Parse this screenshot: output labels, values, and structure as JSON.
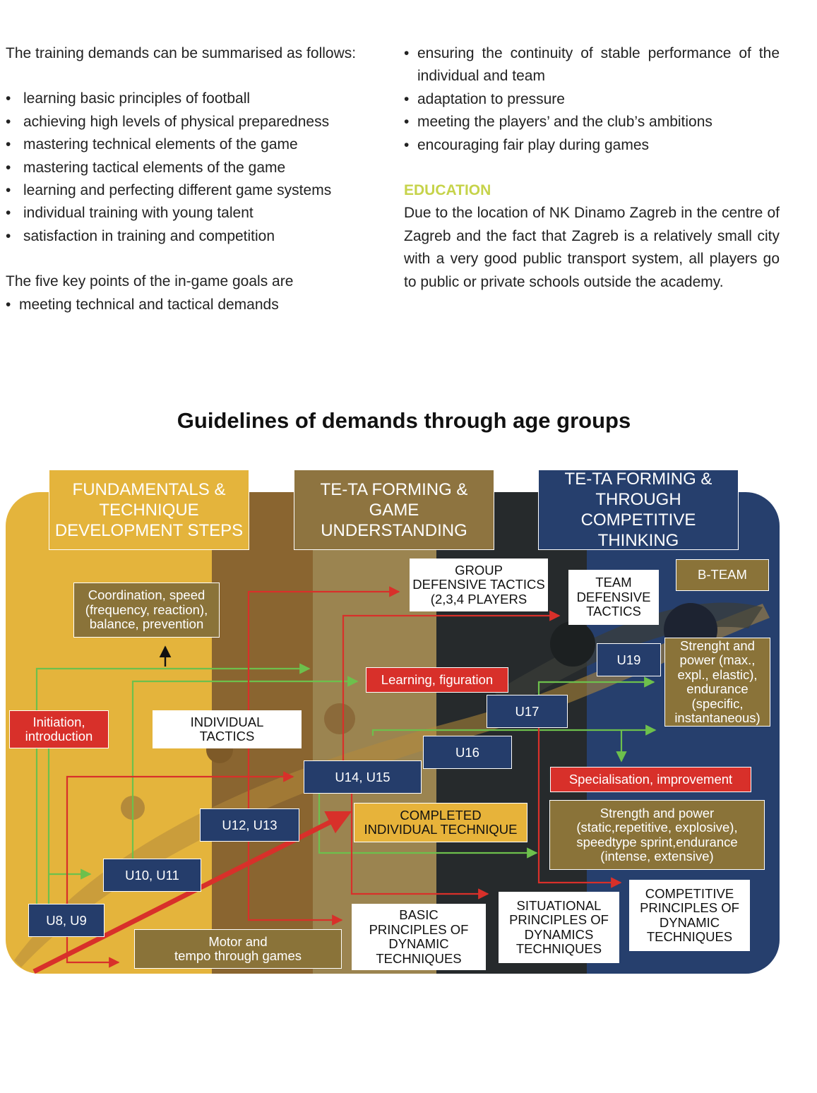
{
  "left_column": {
    "intro": "The training demands can be summarised as follows:",
    "training_demands": [
      "learning basic principles of football",
      "achieving high levels of physical preparedness",
      "mastering technical elements of the game",
      "mastering tactical elements of the game",
      "learning and perfecting different game systems",
      "individual training with young talent",
      "satisfaction in training and competition"
    ],
    "goals_intro": "The five key points of the in-game goals are",
    "goals_first": "meeting technical and tactical demands"
  },
  "right_column": {
    "goals_rest": [
      "ensuring the continuity of stable performance of the individual and team",
      "adaptation to pressure",
      "meeting the players’ and the club’s ambitions",
      "encouraging fair play during games"
    ],
    "education_heading": "EDUCATION",
    "education_text": "Due to the location of NK Dinamo Zagreb in the centre of Zagreb and the fact that Zagreb is a relatively small city with a very good public transport system, all players go to public or private schools outside the academy."
  },
  "diagram": {
    "title": "Guidelines of demands through age groups",
    "headers": {
      "fundamentals": "FUNDAMENTALS &\nTECHNIQUE\nDEVELOPMENT STEPS",
      "game_understanding": "TE-TA FORMING &\nGAME\nUNDERSTANDING",
      "competitive": "TE-TA FORMING &\nTHROUGH COMPETITIVE\nTHINKING"
    },
    "age_groups": {
      "u8_u9": "U8, U9",
      "u10_u11": "U10, U11",
      "u12_u13": "U12, U13",
      "u14_u15": "U14, U15",
      "u16": "U16",
      "u17": "U17",
      "u19": "U19",
      "b_team": "B-TEAM"
    },
    "labels": {
      "coordination": "Coordination, speed\n(frequency, reaction),\nbalance, prevention",
      "initiation": "Initiation,\nintroduction",
      "individual_tactics": "INDIVIDUAL\nTACTICS",
      "group_defensive": "GROUP\nDEFENSIVE TACTICS\n(2,3,4 PLAYERS",
      "team_defensive": "TEAM\nDEFENSIVE\nTACTICS",
      "learning_figuration": "Learning, figuration",
      "strength_power_max": "Strenght and\npower (max.,\nexpl., elastic),\nendurance\n(specific,\ninstantaneous)",
      "specialisation": "Specialisation, improvement",
      "completed_technique": "COMPLETED\nINDIVIDUAL TECHNIQUE",
      "strength_power_static": "Strength and power\n(static,repetitive, explosive),\nspeedtype sprint,endurance\n(intense, extensive)",
      "motor_tempo": "Motor and\ntempo through games",
      "basic_principles": "BASIC\nPRINCIPLES OF\nDYNAMIC\nTECHNIQUES",
      "situational_principles": "SITUATIONAL\nPRINCIPLES OF\nDYNAMICS\nTECHNIQUES",
      "competitive_principles": "COMPETITIVE\nPRINCIPLES OF\nDYNAMIC\nTECHNIQUES"
    },
    "colors": {
      "gold": "#e4b43c",
      "brown": "#8a6530",
      "khaki": "#9b8450",
      "dark": "#262a2c",
      "navy": "#263f6d",
      "red_arrow": "#d8302a",
      "green_arrow": "#6dc04c",
      "education_heading": "#c6d34a"
    }
  }
}
